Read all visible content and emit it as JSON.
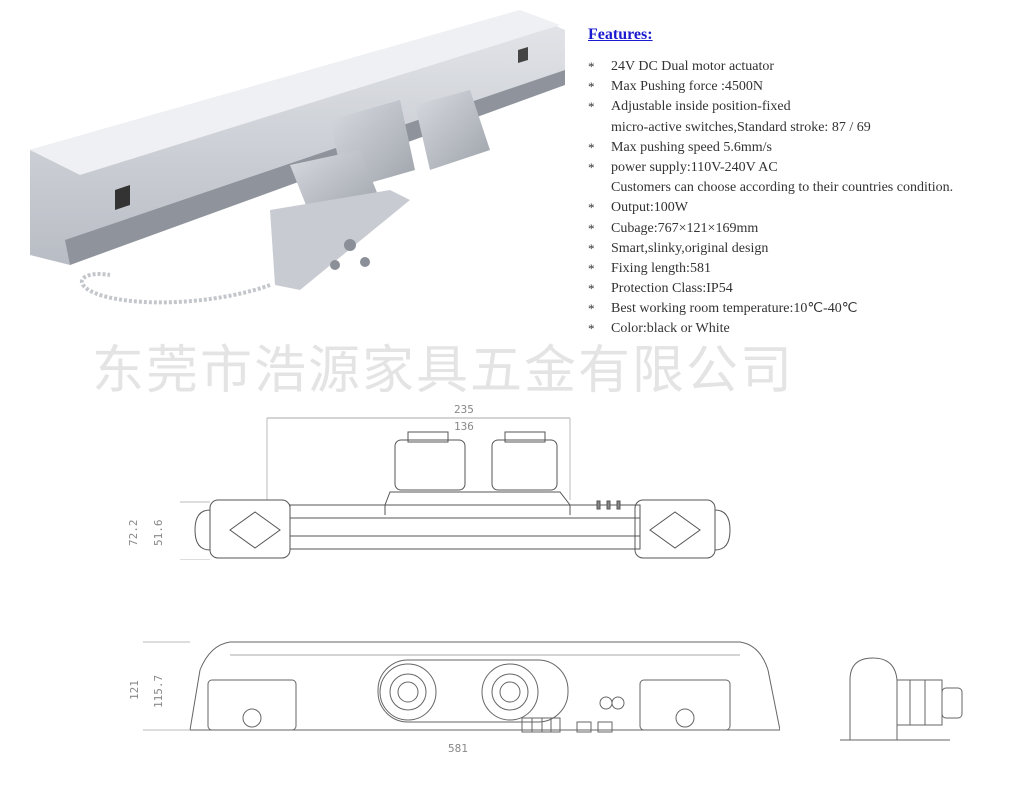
{
  "features": {
    "title": "Features:",
    "bullet": "*",
    "items": [
      {
        "text": "24V DC Dual motor actuator"
      },
      {
        "text": "Max Pushing force :4500N"
      },
      {
        "text": "Adjustable inside position-fixed",
        "continuation": "micro-active switches,Standard stroke:  87 / 69"
      },
      {
        "text": "Max pushing speed 5.6mm/s"
      },
      {
        "text": "power supply:110V-240V AC",
        "continuation": "Customers can choose according to their countries condition."
      },
      {
        "text": "Output:100W"
      },
      {
        "text": "Cubage:767×121×169mm"
      },
      {
        "text": "Smart,slinky,original design"
      },
      {
        "text": "Fixing length:581"
      },
      {
        "text": "Protection Class:IP54"
      },
      {
        "text": "Best working room temperature:10℃-40℃"
      },
      {
        "text": "Color:black or White"
      }
    ]
  },
  "watermark": "东莞市浩源家具五金有限公司",
  "drawing_top": {
    "dim_outer_width": "235",
    "dim_inner_width": "136",
    "dim_height_outer": "72.2",
    "dim_height_inner": "51.6"
  },
  "drawing_front": {
    "dim_height_outer": "121",
    "dim_height_inner": "115.7",
    "dim_length": "581"
  }
}
